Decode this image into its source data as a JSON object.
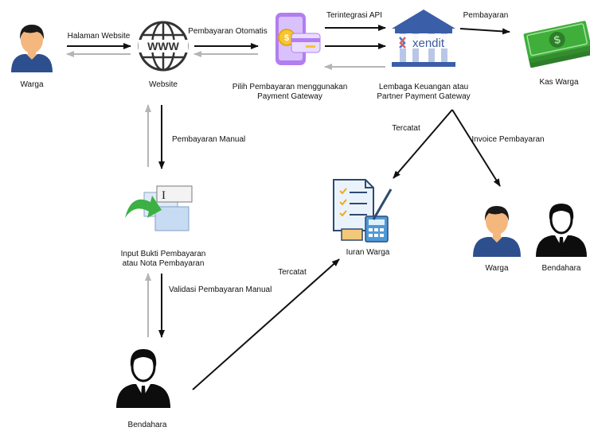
{
  "nodes": {
    "warga_left": "Warga",
    "website": "Website",
    "payment_gateway": [
      "Pilih Pembayaran menggunakan",
      "Payment Gateway"
    ],
    "xendit_logo": "xendit",
    "lembaga": [
      "Lembaga Keuangan atau",
      "Partner Payment Gateway"
    ],
    "kas_warga": "Kas Warga",
    "input_bukti": [
      "Input Bukti Pembayaran",
      "atau Nota Pembayaran"
    ],
    "iuran_warga": "Iuran Warga",
    "warga_right": "Warga",
    "bendahara_right": "Bendahara",
    "bendahara_bottom": "Bendahara",
    "www_label": "WWW"
  },
  "edges": {
    "halaman_website": "Halaman Website",
    "pembayaran_otomatis": "Pembayaran Otomatis",
    "terintegrasi_api": "Terintegrasi API",
    "pembayaran": "Pembayaran",
    "pembayaran_manual": "Pembayaran Manual",
    "validasi_pembayaran_manual": "Validasi Pembayaran Manual",
    "tercatat_top": "Tercatat",
    "invoice_pembayaran": "Invoice Pembayaran",
    "tercatat_bottom": "Tercatat"
  },
  "colors": {
    "arrow_dark": "#111111",
    "arrow_light": "#b5b5b5",
    "skin": "#f4b77e",
    "hair": "#1a1a1a",
    "shirt_blue": "#2d4f8e",
    "suit_black": "#0d0d0d",
    "phone_purple": "#b27ef0",
    "coin_yellow": "#f6c531",
    "bank_blue": "#3a5ea8",
    "money_green": "#3fae3a",
    "xendit_blue": "#3b79d6"
  }
}
